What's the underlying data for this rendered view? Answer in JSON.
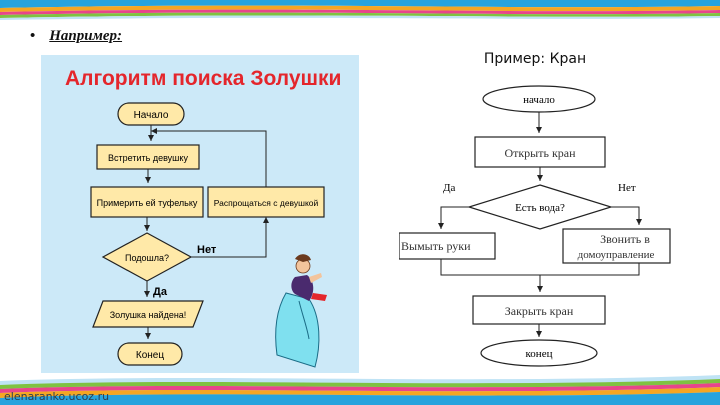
{
  "slide": {
    "bullet_symbol": "•",
    "bullet_text": "Например:",
    "footer_url": "elenaranko.ucoz.ru"
  },
  "left_diagram": {
    "title": "Алгоритм поиска Золушки",
    "start": "Начало",
    "meet": "Встретить девушку",
    "try_on": "Примерить ей туфельку",
    "farewell": "Распрощаться с девушкой",
    "decision": "Подошла?",
    "no_label": "Нет",
    "yes_label": "Да",
    "found": "Золушка найдена!",
    "end": "Конец"
  },
  "right_diagram": {
    "title": "Пример: Кран",
    "start": "начало",
    "open": "Открыть кран",
    "decision": "Есть вода?",
    "yes_label": "Да",
    "no_label": "Нет",
    "wash": "Вымыть руки",
    "call_line1": "Звонить в",
    "call_line2": "домоуправление",
    "close": "Закрыть кран",
    "end": "конец"
  },
  "colors": {
    "left_panel_bg": "#cce9f8",
    "box_fill": "#ffe9a8",
    "box_stroke": "#222222",
    "stripe_blue": "#27a3dd",
    "stripe_orange": "#f5a623",
    "stripe_pink": "#e8458b",
    "stripe_green": "#7fc241"
  }
}
